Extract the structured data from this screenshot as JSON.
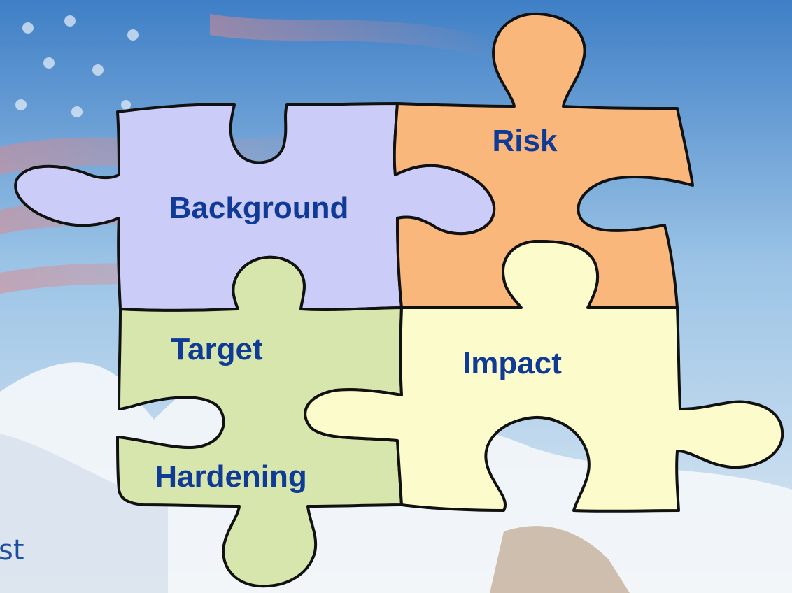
{
  "colors": {
    "sky_top": "#3f7fc6",
    "sky_mid": "#9cc4e6",
    "sky_bottom": "#dfeaf3",
    "flag_red": "#d98a90",
    "flag_white": "#eef3f8",
    "mountain": "#f3f6fa",
    "outline": "#111111",
    "label_text": "#0f3a96",
    "edge_text": "#1d4f9c"
  },
  "left_edge_text": "st",
  "pieces": [
    {
      "id": "background",
      "label": "Background",
      "fill": "#ccccf8"
    },
    {
      "id": "risk",
      "label": "Risk",
      "fill": "#f9b77b"
    },
    {
      "id": "target-hardening",
      "label_line1": "Target",
      "label_line2": "Hardening",
      "fill": "#d7e6ad"
    },
    {
      "id": "impact",
      "label": "Impact",
      "fill": "#fcfbcb"
    }
  ]
}
